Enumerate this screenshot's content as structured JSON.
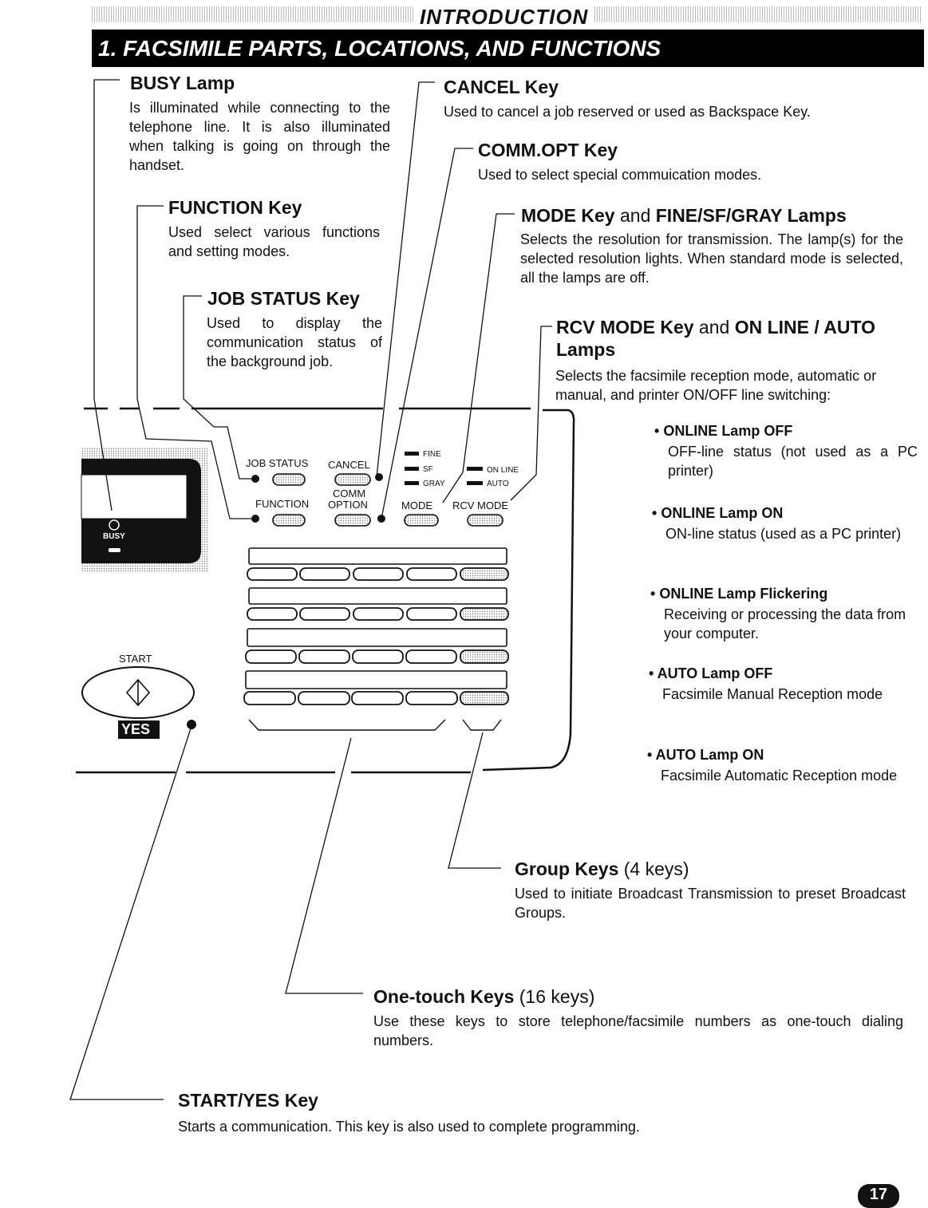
{
  "header": {
    "intro": "INTRODUCTION",
    "section_title": "1.  FACSIMILE PARTS, LOCATIONS, AND FUNCTIONS"
  },
  "labels": {
    "busy": {
      "title": "BUSY Lamp",
      "desc": "Is illuminated while connecting to the telephone line.  It is also illuminated when talking is going on through the handset."
    },
    "cancel": {
      "title": "CANCEL Key",
      "desc": "Used to cancel a job reserved or used as Backspace Key."
    },
    "comm_opt": {
      "title": "COMM.OPT Key",
      "desc": "Used to select special commuication modes."
    },
    "function": {
      "title": "FUNCTION Key",
      "desc": "Used select various functions and setting modes."
    },
    "mode": {
      "title": "MODE Key",
      "title_mid": " and ",
      "title_end": "FINE/SF/GRAY Lamps",
      "desc": "Selects the resolution for transmission.  The lamp(s) for the selected resolution lights.  When standard mode is selected, all the lamps are off."
    },
    "job_status": {
      "title": "JOB STATUS Key",
      "desc": "Used to display the communication status of the background job."
    },
    "rcv_mode": {
      "title": "RCV MODE Key",
      "title_mid": " and ",
      "title_end": "ON LINE / AUTO",
      "title_line2": "Lamps",
      "desc": "Selects the facsimile reception mode, automatic or manual, and printer ON/OFF line switching:"
    },
    "group": {
      "title": "Group Keys",
      "count": " (4 keys)",
      "desc": "Used to initiate Broadcast Transmission to preset Broadcast Groups."
    },
    "onetouch": {
      "title": "One-touch Keys",
      "count": " (16 keys)",
      "desc": "Use these keys to store telephone/facsimile numbers as one-touch dialing numbers."
    },
    "start": {
      "title": "START/YES Key",
      "desc": "Starts a communication.  This key is also used to complete programming."
    }
  },
  "bullets": [
    {
      "title": "ONLINE Lamp OFF",
      "desc": "OFF-line status (not used as a PC printer)"
    },
    {
      "title": "ONLINE Lamp ON",
      "desc": "ON-line status (used as a PC printer)"
    },
    {
      "title": "ONLINE Lamp Flickering",
      "desc": "Receiving or processing the data from your computer."
    },
    {
      "title": "AUTO Lamp OFF",
      "desc": "Facsimile Manual Reception mode"
    },
    {
      "title": "AUTO Lamp ON",
      "desc": "Facsimile Automatic Reception mode"
    }
  ],
  "panel": {
    "job_status": "JOB STATUS",
    "cancel": "CANCEL",
    "function": "FUNCTION",
    "comm": "COMM",
    "option": "OPTION",
    "mode": "MODE",
    "rcv_mode": "RCV MODE",
    "fine": "FINE",
    "sf": "SF",
    "gray": "GRAY",
    "on_line": "ON LINE",
    "auto": "AUTO",
    "busy": "BUSY",
    "start": "START",
    "yes": "YES"
  },
  "page_number": "17"
}
